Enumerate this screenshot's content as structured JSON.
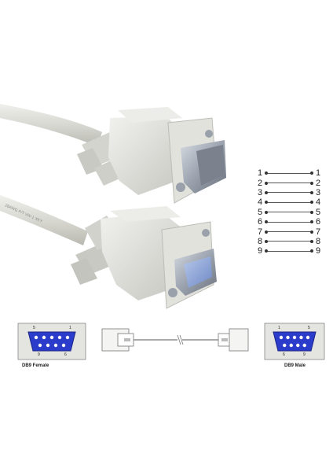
{
  "photo": {
    "cable_print": "28AWG  P/T  VW-1  XKY",
    "colors": {
      "cable": "#dcdcd6",
      "housing": "#e6e6e2",
      "metal": "#a9b0bb",
      "female_insert": "#8fa6d8"
    }
  },
  "pinout": {
    "left": [
      "1",
      "2",
      "3",
      "4",
      "5",
      "6",
      "7",
      "8",
      "9"
    ],
    "right": [
      "1",
      "2",
      "3",
      "4",
      "5",
      "6",
      "7",
      "8",
      "9"
    ]
  },
  "diagram": {
    "female_label": "DB9 Female",
    "male_label": "DB9 Male",
    "female_pins": {
      "top_left": "5",
      "top_right": "1",
      "bottom_left": "9",
      "bottom_right": "6"
    },
    "male_pins": {
      "top_left": "1",
      "top_right": "5",
      "bottom_left": "6",
      "bottom_right": "9"
    },
    "colors": {
      "face": "#2a3cc9",
      "pin": "#ffffff",
      "frame": "#d9d9d6"
    }
  }
}
